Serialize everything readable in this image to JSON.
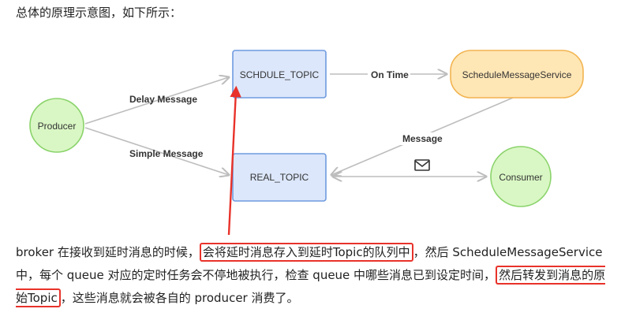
{
  "heading": "总体的原理示意图，如下所示：",
  "diagram": {
    "nodes": {
      "producer": "Producer",
      "schedule_topic": "SCHDULE_TOPIC",
      "real_topic": "REAL_TOPIC",
      "schedule_service": "ScheduleMessageService",
      "consumer": "Consumer"
    },
    "edges": {
      "delay_message": "Delay Message",
      "simple_message": "Simple Message",
      "on_time": "On Time",
      "message": "Message"
    },
    "colors": {
      "green_fill": "#d9f7c4",
      "green_stroke": "#8ad36b",
      "blue_fill": "#dce7fb",
      "blue_stroke": "#6f9be0",
      "orange_fill": "#ffe6b5",
      "orange_stroke": "#f2b450",
      "annotation_red": "#e8322a",
      "arrow_grey": "#bdbdbd"
    },
    "icons": {
      "envelope": "envelope-icon"
    }
  },
  "paragraph": {
    "p1": "broker 在接收到延时消息的时候，",
    "hl1": "会将延时消息存入到延时Topic的队列中",
    "p2": "，然后 ScheduleMessageService中，每个 queue 对应的定时任务会不停地被执行，检查 queue 中哪些消息已到设定时间，",
    "hl2": "然后转发到消息的原始Topic",
    "p3": "，这些消息就会被各自的 producer 消费了。"
  }
}
